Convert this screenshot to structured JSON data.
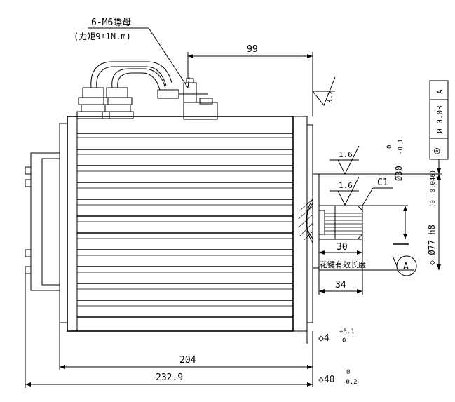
{
  "annotations": {
    "nut_spec": "6-M6螺母",
    "torque_spec": "(力矩9±1N.m)",
    "spline_length": "花键有效长度",
    "chamfer": "C1",
    "datum_label": "A"
  },
  "dimensions": {
    "d99": "99",
    "d204": "204",
    "d232_9": "232.9",
    "d30": "30",
    "d34": "34",
    "d4_prefix": "◇4",
    "d4_tol_upper": "+0.1",
    "d4_tol_lower": "0",
    "d40_prefix": "◇40",
    "d40_tol_upper": "0",
    "d40_tol_lower": "-0.2",
    "dia30": "Ø30",
    "dia30_tol_upper": "0",
    "dia30_tol_lower": "-0.1",
    "dia77": "◇ Ø77 h8",
    "dia77_tol": "(0 -0.046)"
  },
  "surface_finish": {
    "face": "3.2",
    "shaft_a": "1.6",
    "shaft_b": "1.6"
  },
  "tolerance_frame": {
    "symbol": "◎",
    "value": "Ø 0.03",
    "datum": "A"
  },
  "colors": {
    "line": "#000000",
    "background": "#ffffff"
  }
}
